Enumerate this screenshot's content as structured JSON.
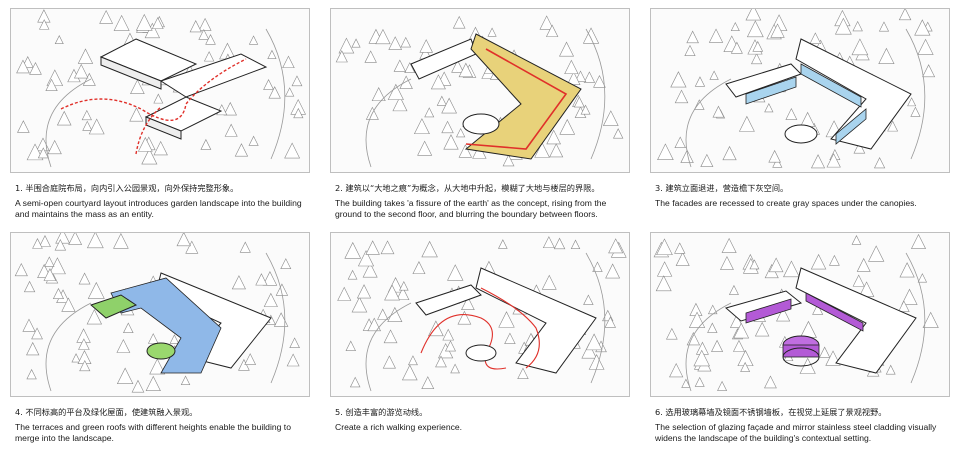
{
  "panels": [
    {
      "id": 1,
      "caption_zh": "1. 半围合庭院布局，向内引入公园景观，向外保持完整形象。",
      "caption_en": "A semi-open courtyard layout introduces garden landscape into the building and maintains the mass as an entity.",
      "highlight": "red-dashed-arrow",
      "color": "#e0302a"
    },
    {
      "id": 2,
      "caption_zh": "2. 建筑以“大地之痕”为概念，从大地中升起，模糊了大地与楼层的界限。",
      "caption_en": "The building takes 'a fissure of the earth' as the concept, rising from the ground to the second floor, and blurring the boundary between floors.",
      "highlight": "yellow-ramp",
      "color": "#e8d27a"
    },
    {
      "id": 3,
      "caption_zh": "3. 建筑立面退进，营造檐下灰空间。",
      "caption_en": "The facades are recessed to create gray spaces under the canopies.",
      "highlight": "blue-facade",
      "color": "#a9d4ee"
    },
    {
      "id": 4,
      "caption_zh": "4. 不同标高的平台及绿化屋面，使建筑融入景观。",
      "caption_en": "The terraces and green roofs with different heights enable the building to merge into the landscape.",
      "highlight": "terraces-green-roofs",
      "color": "#8fb8e8"
    },
    {
      "id": 5,
      "caption_zh": "5. 创造丰富的游览动线。",
      "caption_en": "Create a rich walking experience.",
      "highlight": "red-walking-route",
      "color": "#e0302a"
    },
    {
      "id": 6,
      "caption_zh": "6. 选用玻璃幕墙及镜面不锈钢墙板，在视觉上延展了景观视野。",
      "caption_en": "The selection of glazing façade and mirror stainless steel cladding visually widens the landscape of the building's contextual setting.",
      "highlight": "purple-glazing",
      "color": "#b35ad6"
    }
  ]
}
